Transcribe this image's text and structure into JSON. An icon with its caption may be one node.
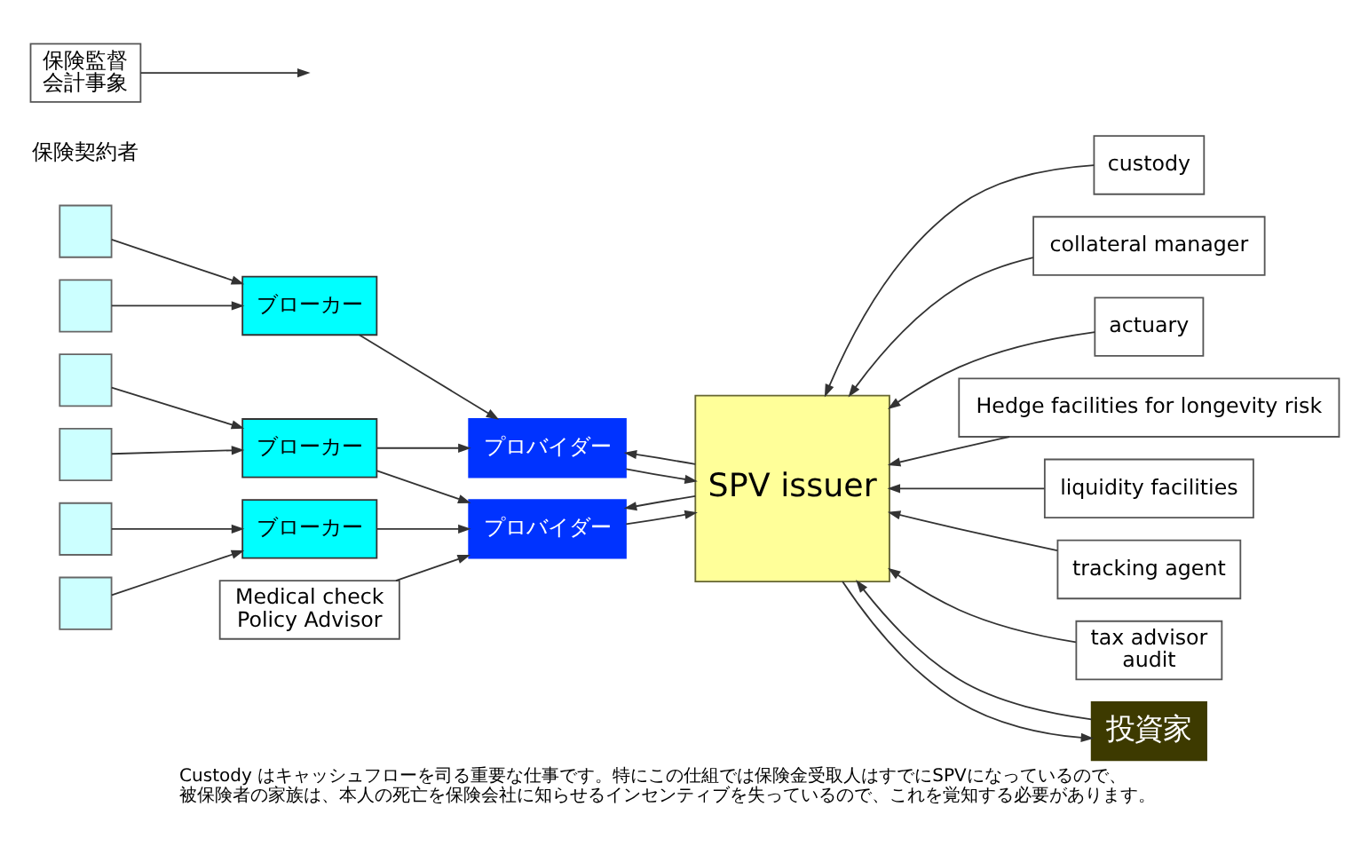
{
  "diagram": {
    "caption": "Custody はキャッシュフローを司る重要な仕事です。特にこの仕組では保険金受取人はすでにSPVになっているので、被保険者の家族は、本人の死亡を保険会社に知らせるインセンティブを失っているので、これを覚知する必要があります。",
    "nodes": [
      {
        "text": [],
        "shape": "box"
      },
      {
        "text": [],
        "shape": "box"
      },
      {
        "text": [],
        "shape": "box"
      },
      {
        "text": [],
        "shape": "box"
      },
      {
        "text": [],
        "shape": "box"
      },
      {
        "text": [],
        "shape": "box"
      },
      {
        "text": [
          "ブローカー"
        ]
      },
      {
        "text": [
          "ブローカー"
        ]
      },
      {
        "text": [
          "ブローカー"
        ]
      },
      {
        "text": [
          "プロバイダー"
        ]
      },
      {
        "text": [
          "プロバイダー"
        ]
      },
      {
        "text": [
          "SPV issuer"
        ]
      },
      {
        "text": [
          "custody"
        ]
      },
      {
        "text": [
          "collateral manager"
        ]
      },
      {
        "text": [
          "actuary"
        ]
      },
      {
        "text": [
          "Hedge facilities for longevity risk"
        ]
      },
      {
        "text": [
          "liquidity facilities"
        ]
      },
      {
        "text": [
          "tracking agent"
        ]
      },
      {
        "text": [
          "tax advisor",
          "audit"
        ]
      },
      {
        "text": [
          "投資家"
        ]
      },
      {
        "text": [
          "Medical check",
          "Policy Advisor"
        ]
      },
      {
        "text": [
          "保険監督",
          "会計事象"
        ]
      }
    ],
    "edges": [
      {
        "from": 0,
        "to": 6,
        "arrow": "to"
      },
      {
        "from": 1,
        "to": 6,
        "arrow": "to"
      },
      {
        "from": 2,
        "to": 7,
        "arrow": "to"
      },
      {
        "from": 3,
        "to": 7,
        "arrow": "to"
      },
      {
        "from": 4,
        "to": 8,
        "arrow": "to"
      },
      {
        "from": 5,
        "to": 8,
        "arrow": "to"
      },
      {
        "from": 6,
        "to": 9,
        "arrow": "to"
      },
      {
        "from": 7,
        "to": 9,
        "arrow": "to"
      },
      {
        "from": 7,
        "to": 10,
        "arrow": "to"
      },
      {
        "from": 8,
        "to": 10,
        "arrow": "to"
      },
      {
        "from": 9,
        "to": 11,
        "arrow": "to"
      },
      {
        "from": 10,
        "to": 11,
        "arrow": "to"
      },
      {
        "from": 11,
        "to": 9,
        "arrow": "to"
      },
      {
        "from": 11,
        "to": 10,
        "arrow": "to"
      },
      {
        "from": 12,
        "to": 11,
        "arrow": "to"
      },
      {
        "from": 13,
        "to": 11,
        "arrow": "to"
      },
      {
        "from": 14,
        "to": 11,
        "arrow": "to"
      },
      {
        "from": 15,
        "to": 11,
        "arrow": "to"
      },
      {
        "from": 16,
        "to": 11,
        "arrow": "to"
      },
      {
        "from": 17,
        "to": 11,
        "arrow": "to"
      },
      {
        "from": 18,
        "to": 11,
        "arrow": "to"
      },
      {
        "from": 19,
        "to": 11,
        "arrow": "to"
      },
      {
        "from": 11,
        "to": 19,
        "arrow": "to"
      },
      {
        "from": 20,
        "to": 10,
        "arrow": "to"
      },
      {
        "from": 21,
        "to": null,
        "arrow": "to"
      }
    ],
    "labels": [
      "保険契約者"
    ]
  }
}
